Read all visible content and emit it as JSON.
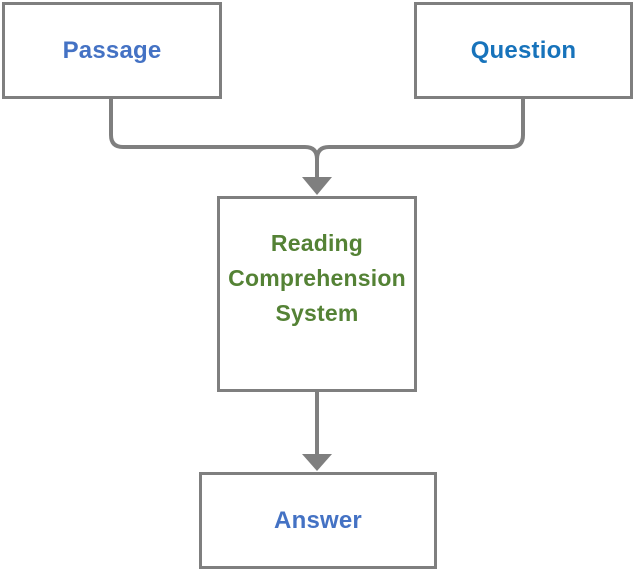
{
  "colors": {
    "outline": "#7f7f7f",
    "connector": "#7f7f7f",
    "arrowhead": "#7f7f7f",
    "background": "#ffffff",
    "passage_text": "#4472c4",
    "question_text": "#1773bb",
    "system_text": "#548235",
    "answer_text": "#4472c4"
  },
  "nodes": {
    "passage": {
      "label": "Passage"
    },
    "question": {
      "label": "Question"
    },
    "system": {
      "label": "Reading Comprehension System"
    },
    "answer": {
      "label": "Answer"
    }
  }
}
